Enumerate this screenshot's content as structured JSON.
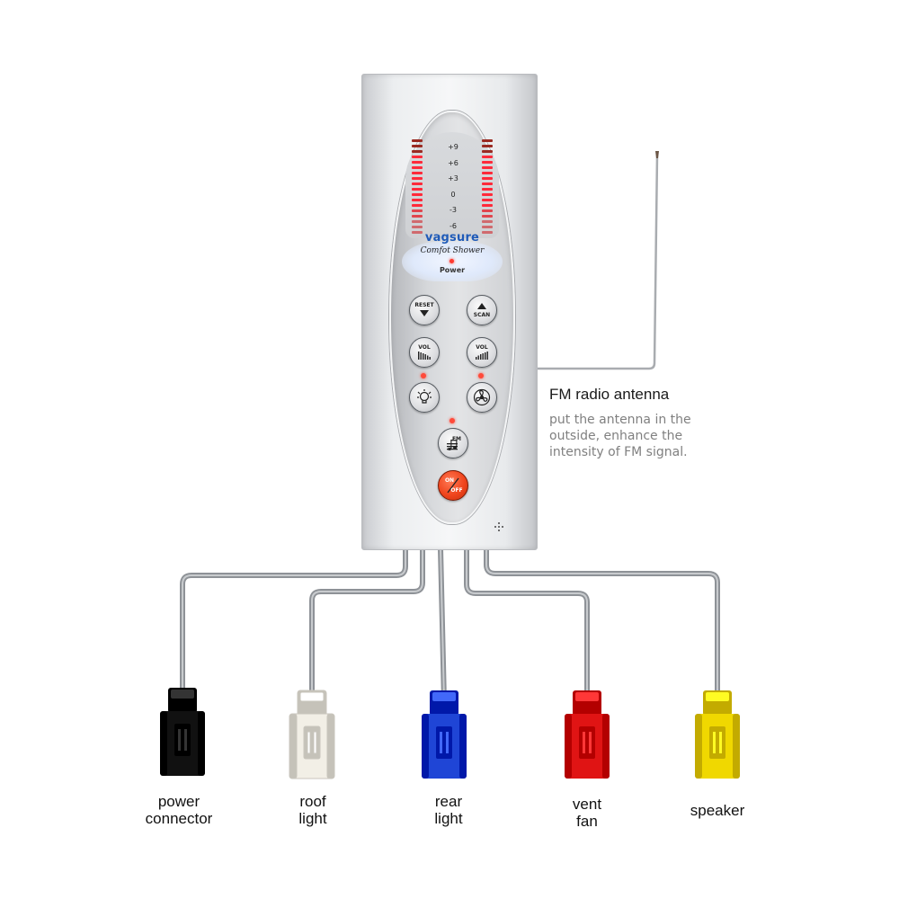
{
  "panel": {
    "brand": "vagsure",
    "model": "Comfot Shower",
    "power_label": "Power",
    "meter_scale": [
      "+9",
      "+6",
      "+3",
      "0",
      "-3",
      "-6"
    ],
    "buttons": {
      "reset": "RESET",
      "scan": "SCAN",
      "vol_down": "VOL",
      "vol_up": "VOL",
      "fm": "FM",
      "on": "ON",
      "off": "OFF"
    }
  },
  "antenna": {
    "title": "FM radio antenna",
    "description_lines": [
      "put the antenna in the",
      "outside, enhance the",
      "intensity of FM signal."
    ]
  },
  "connectors": [
    {
      "label_lines": [
        "power",
        "connector"
      ],
      "color": "#111111"
    },
    {
      "label_lines": [
        "roof",
        "light"
      ],
      "color": "#f2efe6"
    },
    {
      "label_lines": [
        "rear",
        "light"
      ],
      "color": "#1f45d6"
    },
    {
      "label_lines": [
        "vent",
        "fan"
      ],
      "color": "#e01414"
    },
    {
      "label_lines": [
        "speaker",
        ""
      ],
      "color": "#f0d800"
    }
  ],
  "colors": {
    "cable": "#8e9297",
    "led": "#ff3b30",
    "brand": "#1f5bb8",
    "onoff_button": "#f0451d"
  }
}
